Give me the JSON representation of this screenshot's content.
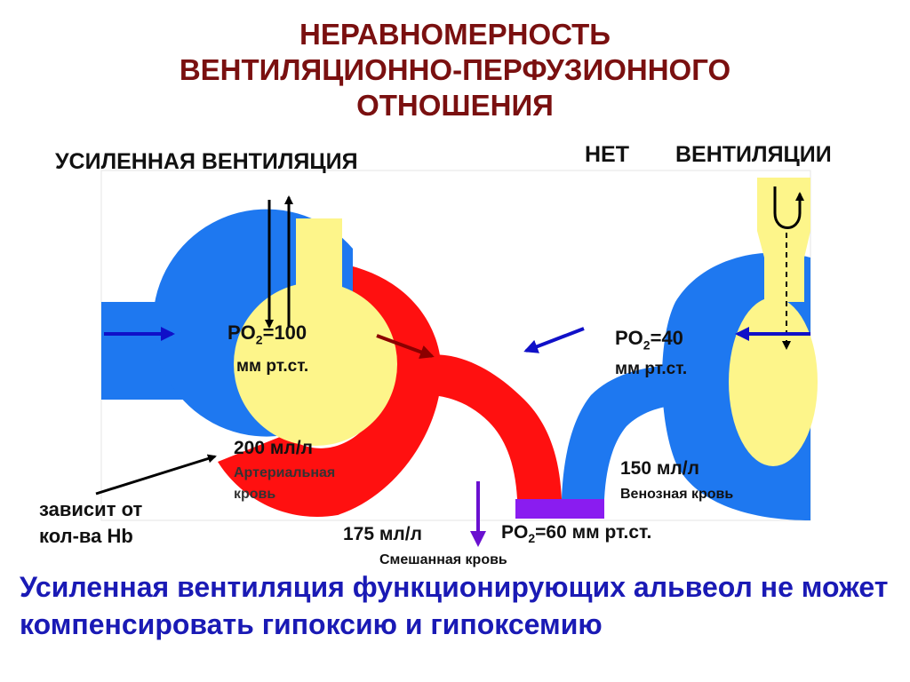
{
  "title": {
    "line1": "НЕРАВНОМЕРНОСТЬ",
    "line2": "ВЕНТИЛЯЦИОННО-ПЕРФУЗИОННОГО",
    "line3": "ОТНОШЕНИЯ"
  },
  "left_unit": {
    "heading": "УСИЛЕННАЯ ВЕНТИЛЯЦИЯ",
    "po2_prefix": "PO",
    "po2_sub": "2",
    "po2_value": "=100",
    "pressure_unit": "мм рт.ст.",
    "flow": "200 мл/л",
    "blood_line1": "Артериальная",
    "blood_line2": "кровь"
  },
  "right_unit": {
    "heading_word1": "НЕТ",
    "heading_word2": "ВЕНТИЛЯЦИИ",
    "po2_prefix": "PO",
    "po2_sub": "2",
    "po2_value": "=40",
    "pressure_unit": "мм рт.ст.",
    "flow": "150 мл/л",
    "blood": "Венозная кровь"
  },
  "mixed": {
    "flow": "175 мл/л",
    "po2_prefix": "PO",
    "po2_sub": "2",
    "po2_value": "=60 мм рт.ст.",
    "blood": "Смешанная кровь"
  },
  "note": {
    "line1": "зависит от",
    "line2": "кол-ва Hb"
  },
  "conclusion": "Усиленная вентиляция функционирующих альвеол не может компенсировать гипоксию и гипоксемию",
  "colors": {
    "title": "#7a1010",
    "venous": "#1e78f0",
    "arterial": "#ff1010",
    "alveolus": "#fdf58a",
    "mixed": "#8a1cf0",
    "arrow_blue": "#1010c8",
    "arrow_dark_red": "#8b0000",
    "arrow_violet": "#6a10d0",
    "conclusion": "#1a1ab5"
  }
}
